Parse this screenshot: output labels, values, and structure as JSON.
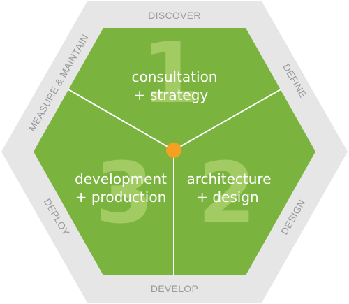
{
  "colors": {
    "outer_ring": "#e6e6e6",
    "inner_fill": "#7ab33d",
    "divider": "#ffffff",
    "center_dot": "#f5a020",
    "outer_text": "#9a9a9a",
    "number_watermark": "#a2cb64",
    "segment_text": "#ffffff"
  },
  "outer_labels": {
    "top": "DISCOVER",
    "top_right": "DEFINE",
    "bottom_right": "DESIGN",
    "bottom": "DEVELOP",
    "bottom_left": "DEPLOY",
    "top_left": "MEASURE & MAINTAIN"
  },
  "segments": [
    {
      "number": "1",
      "line1": "consultation",
      "line2": "+ strategy"
    },
    {
      "number": "2",
      "line1": "architecture",
      "line2": "+ design"
    },
    {
      "number": "3",
      "line1": "development",
      "line2": "+ production"
    }
  ]
}
